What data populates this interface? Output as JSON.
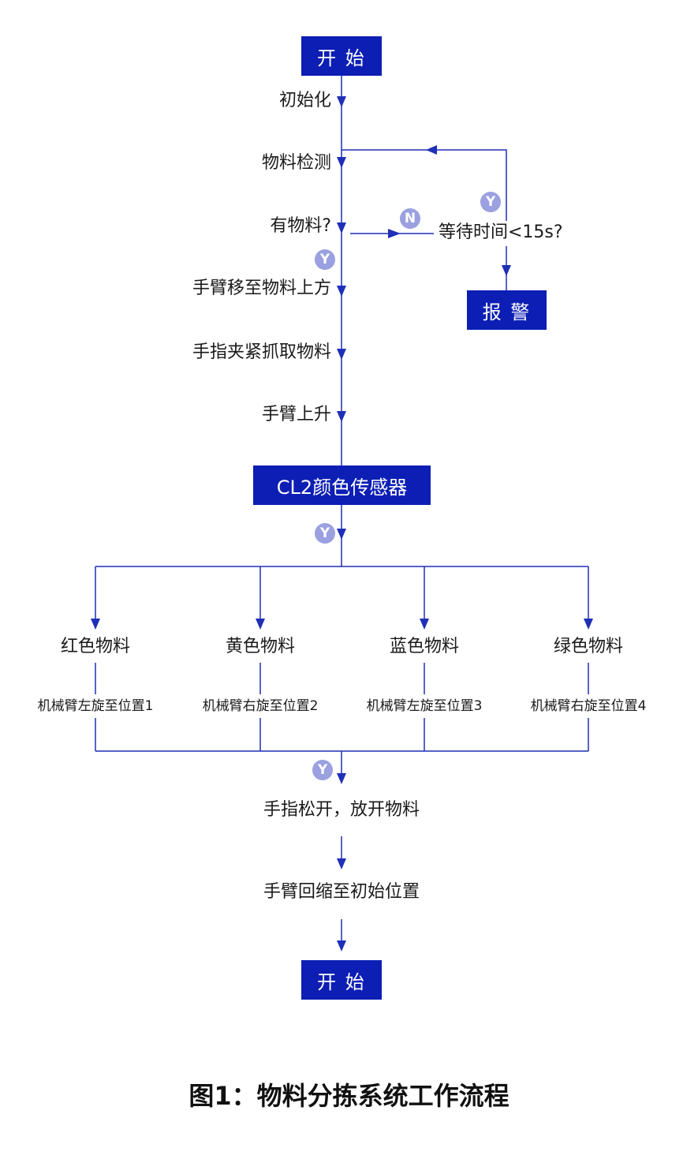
{
  "boxes": {
    "start_top": "开 始",
    "alarm": "报 警",
    "sensor": "CL2颜色传感器",
    "start_bottom": "开 始"
  },
  "steps": {
    "init": "初始化",
    "detect": "物料检测",
    "has_material": "有物料?",
    "wait": "等待时间<15s?",
    "arm_move": "手臂移至物料上方",
    "finger_grip": "手指夹紧抓取物料",
    "arm_up": "手臂上升",
    "release": "手指松开，放开物料",
    "retract": "手臂回缩至初始位置"
  },
  "branches": [
    {
      "color": "红色物料",
      "action": "机械臂左旋至位置1"
    },
    {
      "color": "黄色物料",
      "action": "机械臂右旋至位置2"
    },
    {
      "color": "蓝色物料",
      "action": "机械臂左旋至位置3"
    },
    {
      "color": "绿色物料",
      "action": "机械臂右旋至位置4"
    }
  ],
  "badges": {
    "yes": "Y",
    "no": "N"
  },
  "caption": "图1：物料分拣系统工作流程",
  "colors": {
    "box_fill": "#0c1eb4",
    "line": "#1f2fb8",
    "badge": "#9aa0e0"
  }
}
